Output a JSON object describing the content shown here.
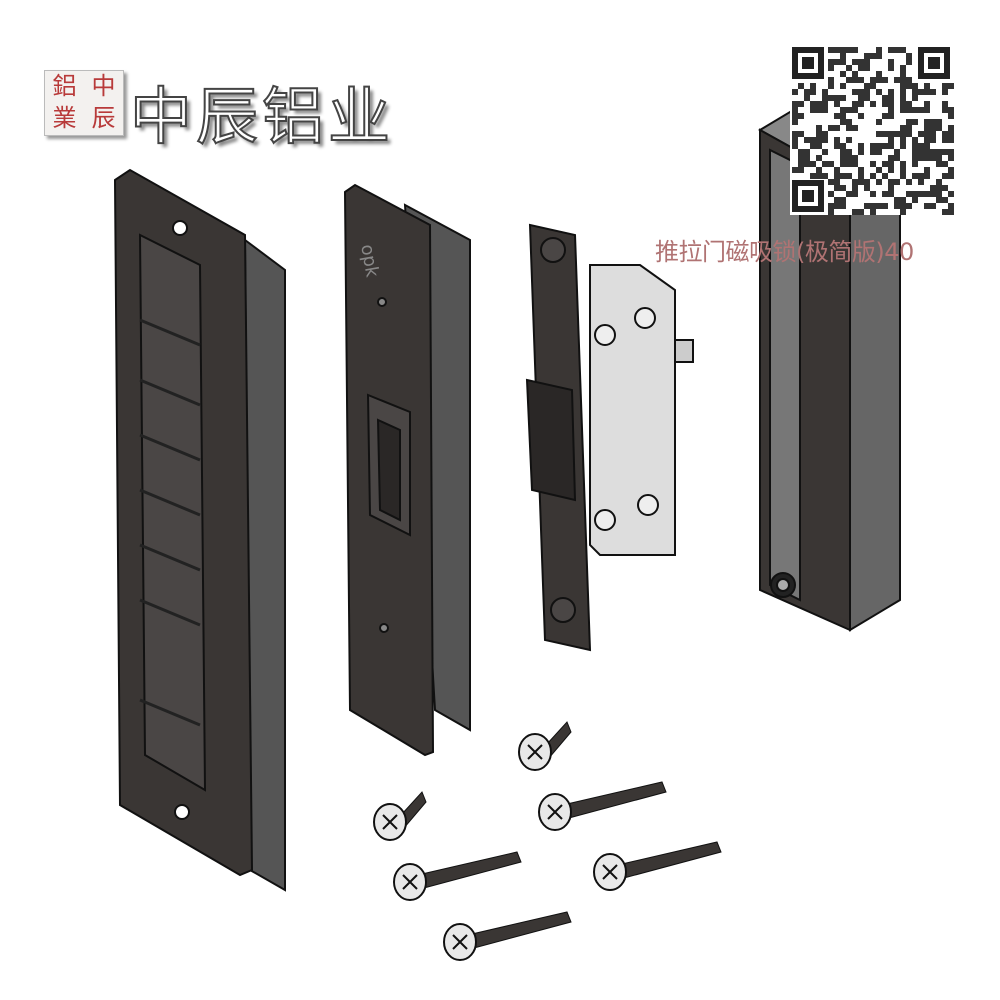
{
  "logo": {
    "seal_chars": [
      "鋁",
      "中",
      "業",
      "辰"
    ],
    "brand_name": "中辰铝业"
  },
  "product_title": "推拉门磁吸锁(极简版)40",
  "strike_plate_marking": "opk",
  "colors": {
    "part_dark": "#3a3634",
    "part_mid": "#4a4645",
    "outline": "#111111",
    "title_text": "#b07373",
    "seal_red": "#b83a3a"
  },
  "icons": [
    "qr-code"
  ]
}
